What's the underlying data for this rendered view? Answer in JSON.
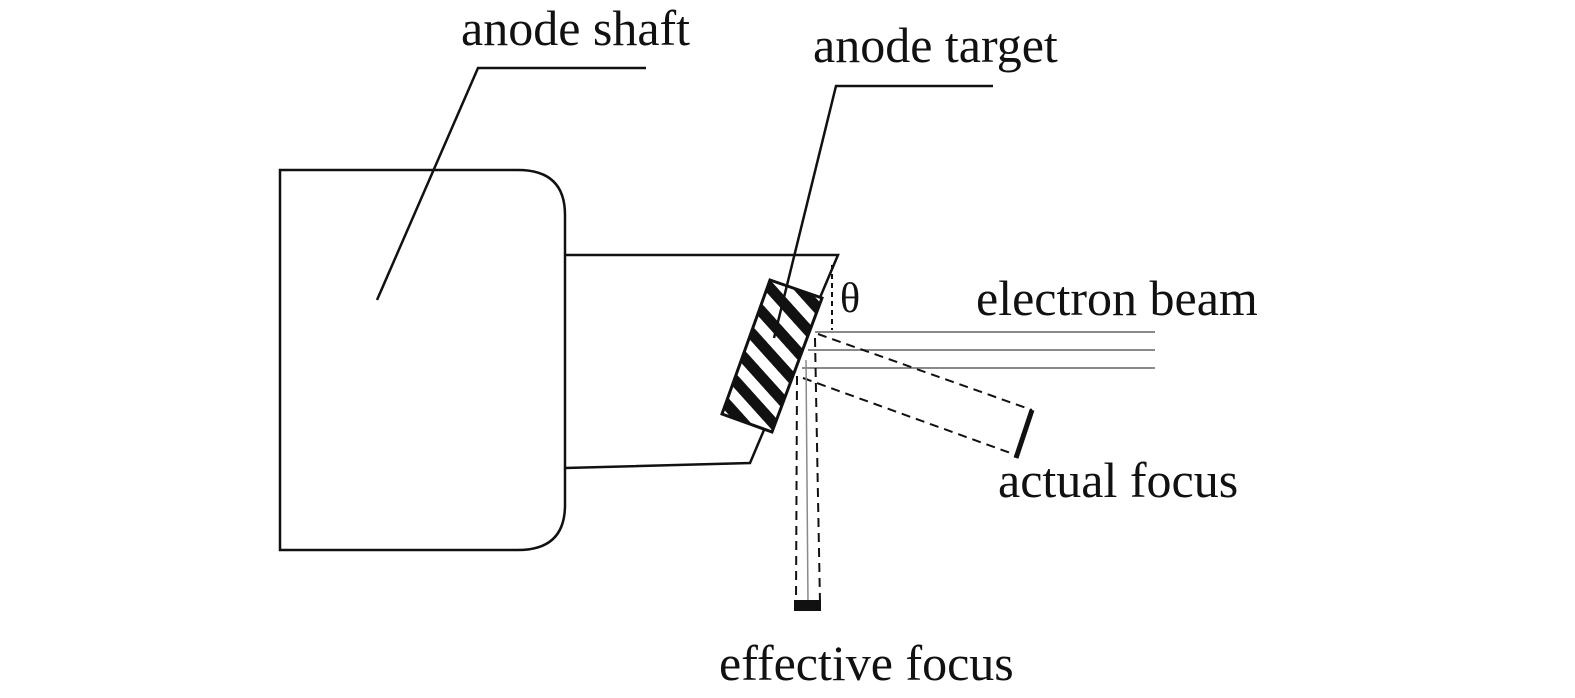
{
  "labels": {
    "anode_shaft": "anode shaft",
    "anode_target": "anode target",
    "electron_beam": "electron beam",
    "actual_focus": "actual focus",
    "effective_focus": "effective focus",
    "angle": "θ"
  },
  "colors": {
    "stroke": "#111111",
    "beam": "#8a8a8a",
    "background": "#ffffff"
  }
}
